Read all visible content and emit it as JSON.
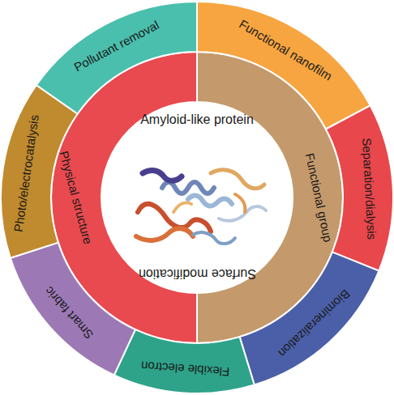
{
  "diagram": {
    "nodes": [
      {
        "text": [
          "Amyloid-like protein",
          "Surface modification"
        ]
      },
      {
        "text": [
          "Physical structure"
        ]
      },
      {
        "text": [
          "Functional group"
        ]
      },
      {
        "text": [
          "Pollutant removal"
        ]
      },
      {
        "text": [
          "Functional nanofilm"
        ]
      },
      {
        "text": [
          "Separation/dialysis"
        ]
      },
      {
        "text": [
          "Biomineralization"
        ]
      },
      {
        "text": [
          "Flexible electron"
        ]
      },
      {
        "text": [
          "Smart fabric"
        ]
      },
      {
        "text": [
          "Photo/electrocatalysis"
        ]
      }
    ]
  }
}
